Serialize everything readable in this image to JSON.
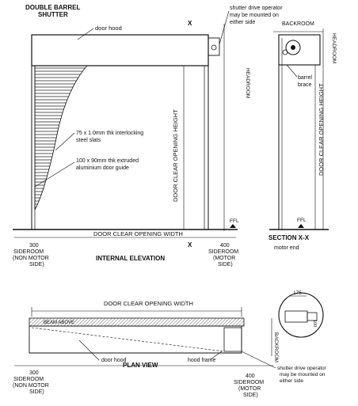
{
  "elevation": {
    "title_line1": "DOUBLE BARREL",
    "title_line2": "SHUTTER",
    "section_marker": "X",
    "operator_note_line1": "shutter drive operator",
    "operator_note_line2": "may be mounted on",
    "operator_note_line3": "either side",
    "headroom": "HEADROOM",
    "door_hood": "door hood",
    "slats_line1": "75 x 1.0mm thk interlocking",
    "slats_line2": "steel slats",
    "guide_line1": "100 x 90mm thk extruded",
    "guide_line2": "aluminium door guide",
    "opening_height": "DOOR CLEAR OPENING HEIGHT",
    "ffl": "FFL",
    "opening_width": "DOOR CLEAR OPENING WIDTH",
    "left_dim": "300",
    "left_side_line1": "SIDEROOM",
    "left_side_line2": "(NON MOTOR",
    "left_side_line3": "SIDE)",
    "right_dim": "400",
    "right_side_line1": "SIDEROOM",
    "right_side_line2": "(MOTOR",
    "right_side_line3": "SIDE)",
    "caption": "INTERNAL ELEVATION"
  },
  "section": {
    "backroom": "BACKROOM",
    "headroom": "HEADROOM",
    "brace_line1": "barrel",
    "brace_line2": "brace",
    "opening_height": "DOOR CLEAR OPENING HEIGHT",
    "ffl": "FFL",
    "caption": "SECTION X-X",
    "motor_end": "motor end"
  },
  "plan": {
    "opening_width": "DOOR CLEAR OPENING WIDTH",
    "beam_above": "BEAM ABOVE",
    "door_hood": "door hood",
    "hood_frame": "hood frame",
    "backroom": "BACKROOM",
    "detail_dim": "175",
    "detail_dim2": "100",
    "caption": "PLAN VIEW",
    "left_dim": "300",
    "left_side_line1": "SIDEROOM",
    "left_side_line2": "(NON MOTOR",
    "left_side_line3": "SIDE)",
    "right_dim": "400",
    "right_side_line1": "SIDEROOM",
    "right_side_line2": "(MOTOR",
    "right_side_line3": "SIDE)",
    "operator_note_line1": "shutter drive operator",
    "operator_note_line2": "may be mounted on",
    "operator_note_line3": "either side"
  }
}
